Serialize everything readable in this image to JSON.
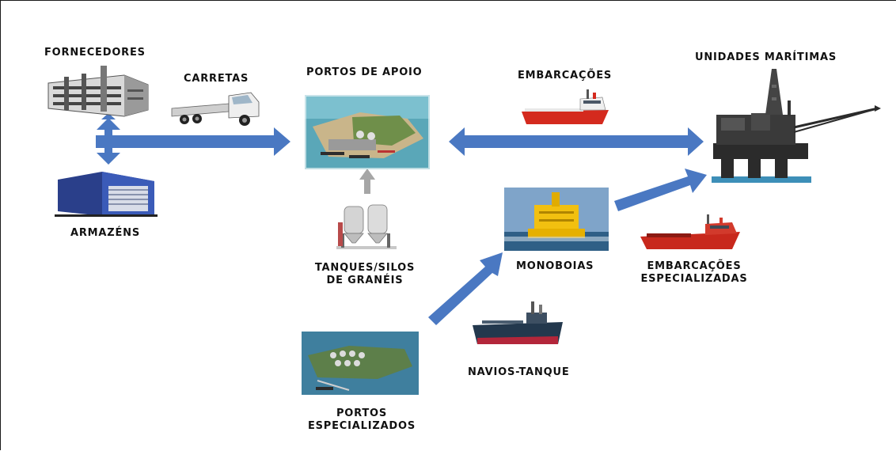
{
  "labels": {
    "fornecedores": "FORNECEDORES",
    "carretas": "CARRETAS",
    "portos_apoio": "PORTOS  DE  APOIO",
    "embarcacoes": "EMBARCAÇÕES",
    "unidades_maritimas": "UNIDADES  MARÍTIMAS",
    "armazens": "ARMAZÉNS",
    "tanques_line1": "TANQUES/SILOS",
    "tanques_line2": "DE  GRANÉIS",
    "monoboias": "MONOBOIAS",
    "emb_esp_line1": "EMBARCAÇÕES",
    "emb_esp_line2": "ESPECIALIZADAS",
    "navios_tanque": "NAVIOS-TANQUE",
    "portos_esp_line1": "PORTOS",
    "portos_esp_line2": "ESPECIALIZADOS"
  },
  "icons": {
    "fornecedores": "factory-building-icon",
    "carretas": "flatbed-truck-icon",
    "portos_apoio": "port-aerial-photo",
    "embarcacoes": "supply-vessel-icon",
    "unidades_maritimas": "offshore-platform-icon",
    "armazens": "warehouse-icon",
    "tanques": "storage-silos-icon",
    "monoboias": "mono-buoy-photo",
    "emb_especializadas": "specialized-vessel-icon",
    "navios_tanque": "tanker-ship-icon",
    "portos_especializados": "specialized-port-photo"
  },
  "colors": {
    "arrow_blue": "#4a78c2",
    "arrow_gray": "#a6a6a6",
    "hull_red": "#d42a1e",
    "platform_dark": "#2b2b2b"
  }
}
